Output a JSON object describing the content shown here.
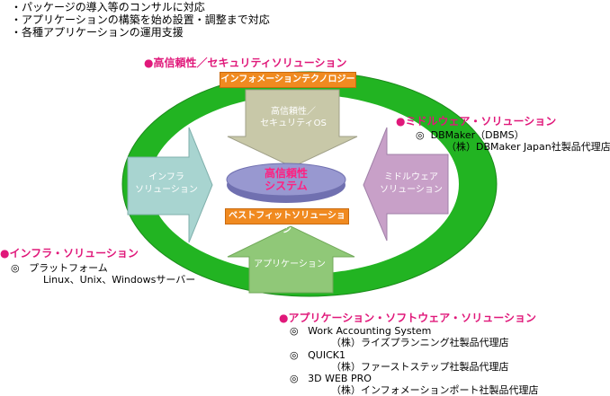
{
  "bullets": [
    "・パッケージの導入等のコンサルに対応",
    "・アプリケーションの構築を始め設置・調整まで対応",
    "・各種アプリケーションの運用支援"
  ],
  "colors": {
    "ring": "#22b422",
    "accent_text": "#e0187a",
    "caption_bg": "#f08a20",
    "arrow_top": "#c8c8a8",
    "arrow_left": "#a8d4d0",
    "arrow_right": "#c8a0c8",
    "arrow_bottom": "#90c878",
    "center_disc": "#9090c8"
  },
  "diagram": {
    "top_caption": "インフォメーションテクノロジー",
    "bottom_caption": "ベストフィットソリューション",
    "center": [
      "高信頼性",
      "システム"
    ],
    "arrow_top": [
      "高信頼性／",
      "セキュリティOS"
    ],
    "arrow_left": [
      "インフラ",
      "ソリューション"
    ],
    "arrow_right": [
      "ミドルウェア",
      "ソリューション"
    ],
    "arrow_bottom": "アプリケーション"
  },
  "sections": {
    "security": {
      "heading": "高信頼性／セキュリティソリューション"
    },
    "middleware": {
      "heading": "ミドルウェア・ソリューション",
      "product": "DBMaker（DBMS）",
      "vendor": "（株）DBMaker Japan社製品代理店"
    },
    "infra": {
      "heading": "インフラ・ソリューション",
      "product": "プラットフォーム",
      "detail": "Linux、Unix、Windowsサーバー"
    },
    "application": {
      "heading": "アプリケーション・ソフトウェア・ソリューション",
      "items": [
        {
          "product": "Work Accounting System",
          "vendor": "（株）ライズプランニング社製品代理店"
        },
        {
          "product": "QUICK1",
          "vendor": "（株）ファーストステップ社製品代理店"
        },
        {
          "product": "3D WEB PRO",
          "vendor": "（株）インフォメーションポート社製品代理店"
        }
      ]
    }
  },
  "symbols": {
    "dot": "●",
    "mark": "◎"
  }
}
